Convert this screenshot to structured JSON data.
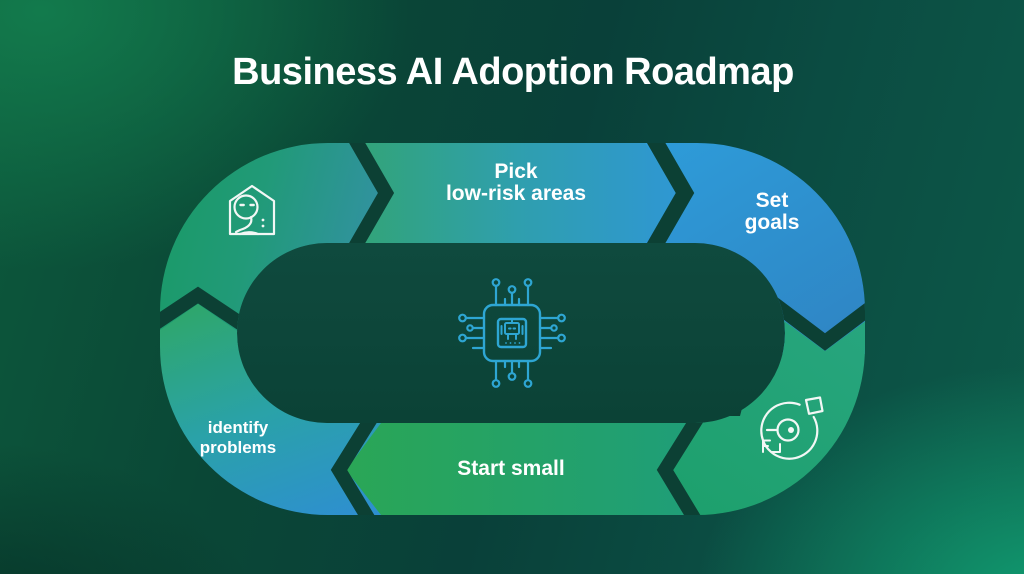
{
  "title": "Business AI Adoption Roadmap",
  "diagram": {
    "description": "Circular four-step AI adoption cycle",
    "steps": [
      {
        "position": "top",
        "line1": "Pick",
        "line2": "low-risk areas"
      },
      {
        "position": "right",
        "line1": "Set",
        "line2": "goals"
      },
      {
        "position": "bottom",
        "line1": "Start small",
        "line2": ""
      },
      {
        "position": "left",
        "line1": "identify",
        "line2": "problems"
      }
    ],
    "icons": [
      {
        "name": "thinking-head-icon",
        "position": "top-left-segment"
      },
      {
        "name": "ai-chip-icon",
        "position": "center"
      },
      {
        "name": "iteration-target-icon",
        "position": "bottom-right-segment"
      }
    ],
    "colors": {
      "background_green": "#117a4e",
      "background_dark": "#0a4035",
      "background_teal": "#0f8f6f",
      "segment_green": "#25a474",
      "segment_teal": "#2e95a4",
      "segment_blue": "#2b96d6",
      "gap_dark": "#0c4034",
      "chip_blue": "#2ea6d3",
      "text": "#ffffff"
    }
  }
}
